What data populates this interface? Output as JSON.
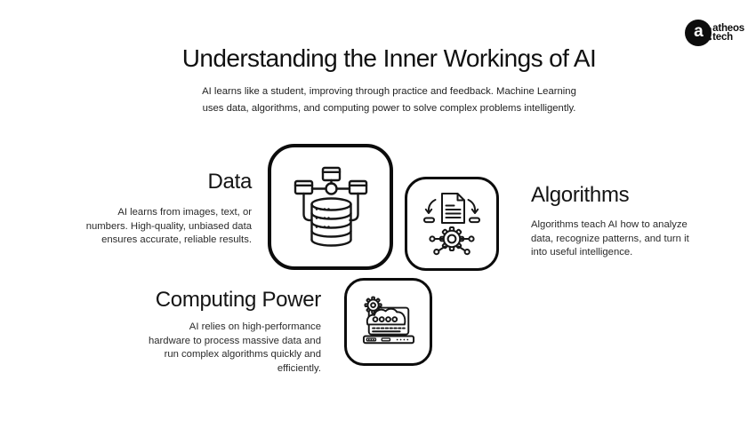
{
  "canvas": {
    "background": "#ffffff",
    "stroke_color": "#161616",
    "text_color": "#1f1f1f"
  },
  "logo": {
    "name": "atheos tech",
    "mark_a": "a",
    "mark_t": "t",
    "word1": "atheos",
    "word2": "tech"
  },
  "header": {
    "title": "Understanding the Inner Workings of AI",
    "subtitle_lines": [
      "AI learns like a student, improving through practice and feedback. Machine Learning",
      "uses data, algorithms, and computing power to solve complex problems intelligently."
    ]
  },
  "sections": [
    {
      "title": "Data",
      "icon": "database-network-icon",
      "desc_lines": [
        "AI learns from images, text, or",
        "numbers. High-quality, unbiased data",
        "ensures accurate, reliable results."
      ]
    },
    {
      "title": "Algorithms",
      "icon": "document-to-gear-icon",
      "desc_lines": [
        "Algorithms teach AI how to analyze",
        "data, recognize patterns, and turn it",
        "into useful intelligence."
      ]
    },
    {
      "title": "Computing Power",
      "icon": "laptop-cloud-gear-icon",
      "desc_lines": [
        "AI relies on high-performance",
        "hardware to process massive data and",
        "run complex algorithms quickly and",
        "efficiently."
      ]
    }
  ]
}
